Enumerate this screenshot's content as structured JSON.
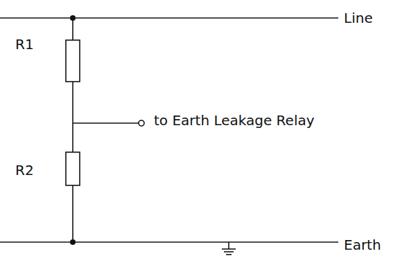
{
  "diagram": {
    "labels": [
      "Line",
      "R1",
      "to Earth Leakage Relay",
      "R2",
      "Earth"
    ]
  }
}
